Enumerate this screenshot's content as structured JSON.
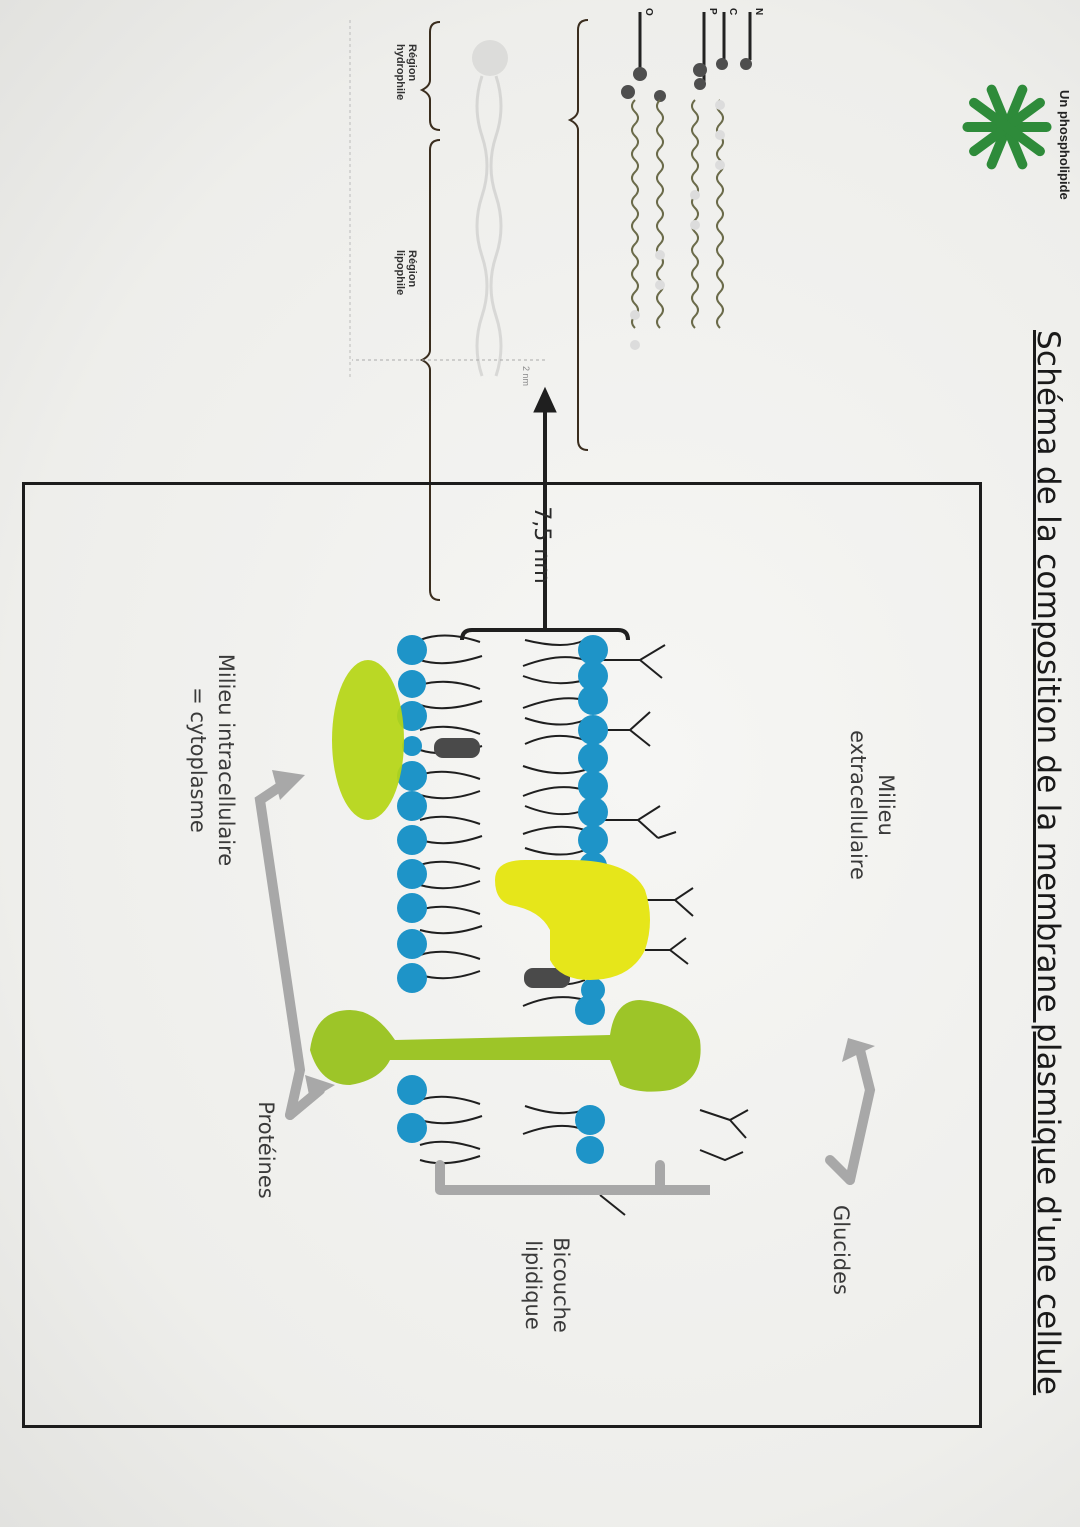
{
  "page": {
    "title": "Schéma de la composition de la membrane plasmique d'une cellule",
    "orientation": "rotated 90° clockwise",
    "decoration": {
      "icon": "asterisk-star-icon",
      "color": "#2e8b3a"
    }
  },
  "phospholipid_inset": {
    "title": "Un phospholipide",
    "atom_labels": [
      "N",
      "C",
      "P",
      "O"
    ],
    "regions": [
      {
        "label": "Région hydrophile"
      },
      {
        "label": "Région lipophile"
      }
    ],
    "scale_label": "2 nm"
  },
  "membrane_diagram": {
    "extracellular_label": "Milieu extracellulaire",
    "intracellular_label_line1": "Milieu intracellulaire",
    "intracellular_label_line2": "= cytoplasme",
    "thickness_label": "7,5 nm",
    "legend": {
      "glucides": "Glucides",
      "bilayer_line1": "Bicouche",
      "bilayer_line2": "lipidique",
      "proteins": "Protéines"
    },
    "colors": {
      "phospholipid_heads": "#1e94c8",
      "protein_peripheral": "#b5d614",
      "protein_surface": "#e6e61a",
      "protein_transmembrane": "#98c21c",
      "cholesterol": "#4a4a4a",
      "arrows": "#a8a8a8"
    }
  }
}
